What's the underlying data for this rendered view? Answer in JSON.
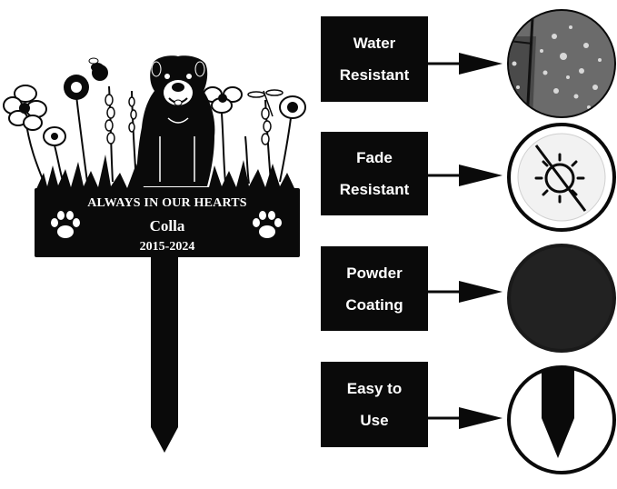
{
  "plaque": {
    "line1": "ALWAYS IN OUR HEARTS",
    "name": "Colla",
    "years": "2015-2024"
  },
  "features": [
    {
      "line1": "Water",
      "line2": "Resistant",
      "icon": "water-droplets-icon"
    },
    {
      "line1": "Fade",
      "line2": "Resistant",
      "icon": "no-sun-icon"
    },
    {
      "line1": "Powder",
      "line2": "Coating",
      "icon": "powder-texture-icon"
    },
    {
      "line1": "Easy to",
      "line2": "Use",
      "icon": "stake-point-icon"
    }
  ],
  "colors": {
    "black": "#0a0a0a",
    "white": "#ffffff",
    "gray": "#6b6b6b"
  }
}
